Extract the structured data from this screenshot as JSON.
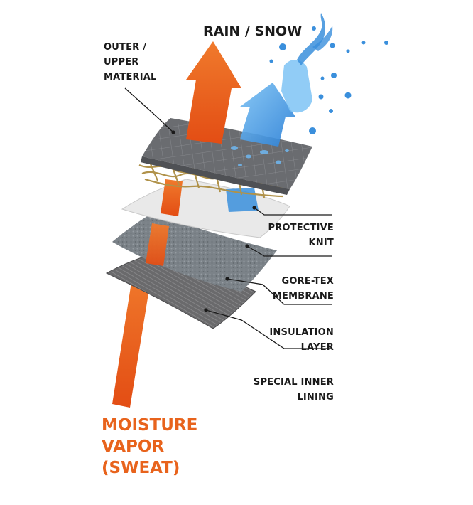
{
  "heading_top": "RAIN / SNOW",
  "heading_bottom": [
    "MOISTURE",
    "VAPOR",
    "(SWEAT)"
  ],
  "labels": {
    "outer": [
      "OUTER /",
      "UPPER",
      "MATERIAL"
    ],
    "protective_knit": [
      "PROTECTIVE",
      "KNIT"
    ],
    "gore_tex": [
      "GORE-TEX",
      "MEMBRANE"
    ],
    "insulation": [
      "INSULATION",
      "LAYER"
    ],
    "inner_lining": [
      "SPECIAL INNER",
      "LINING"
    ]
  },
  "colors": {
    "vapor_arrow": "#e8631c",
    "rain_arrow": "#3a8fdc",
    "outer_layer": "#6a6c70",
    "knit_layer": "#e9e9e9",
    "membrane_layer": "#7b8288",
    "insulation_layer": "#6e6e70",
    "leader_line": "#1a1a1a"
  }
}
